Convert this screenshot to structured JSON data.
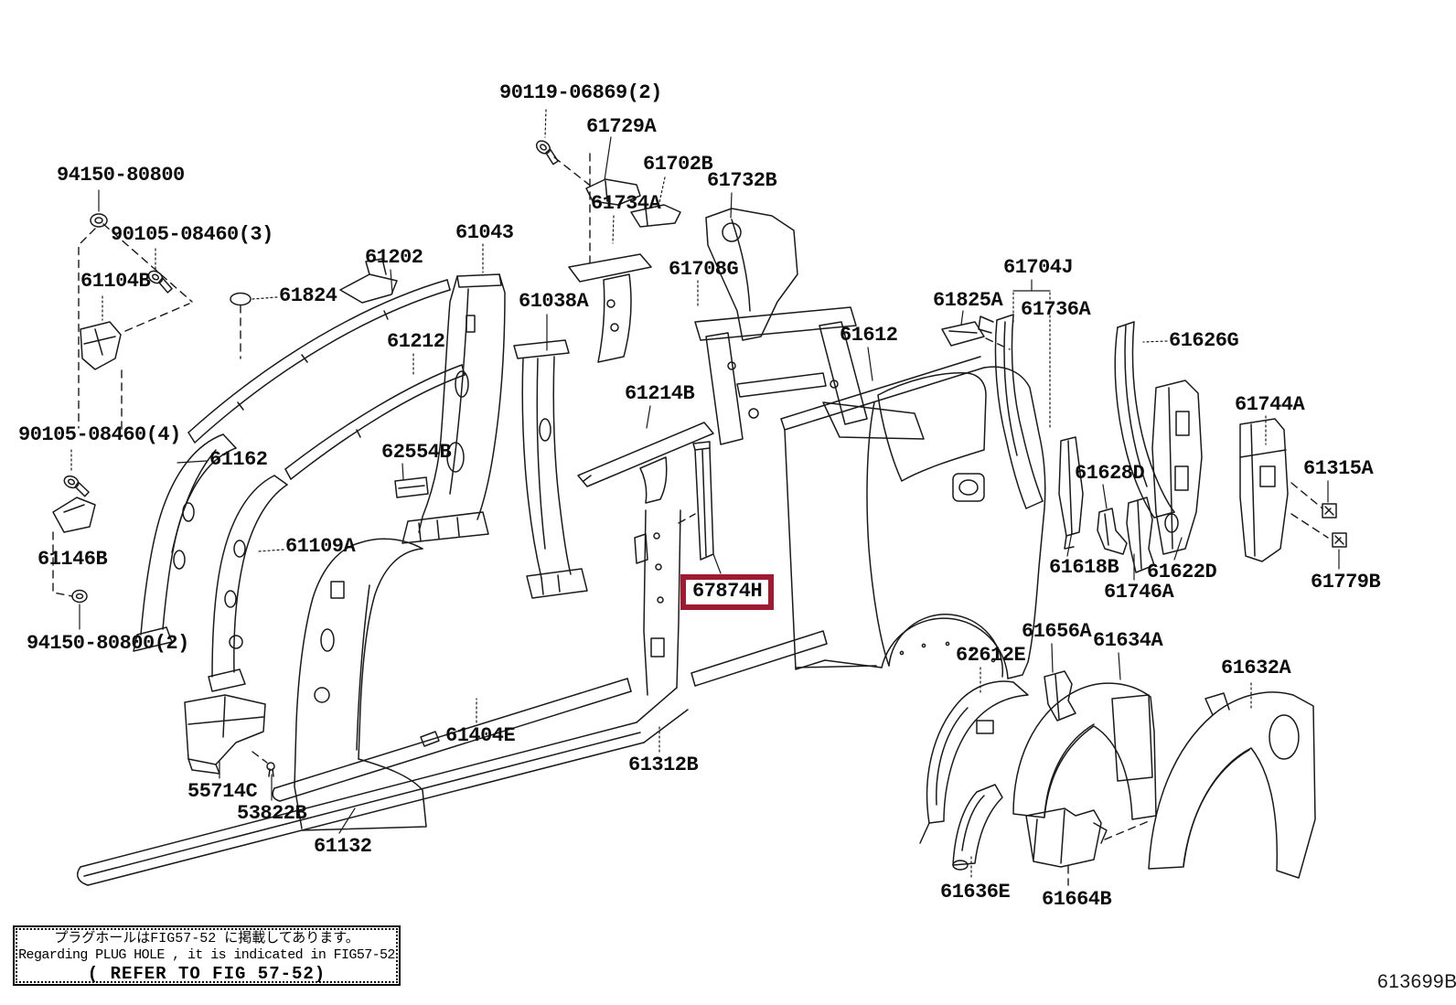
{
  "diagram_title": "side member parts diagram",
  "highlight": {
    "part_number": "67874H",
    "box_color": "#9e1b32"
  },
  "figure_code": "613699B",
  "note_box": {
    "line_jp": "プラグホールはFIG57-52 に掲載してあります。",
    "line_en": "Regarding PLUG HOLE , it is indicated in FIG57-52",
    "line_ref": "( REFER TO FIG 57-52)"
  },
  "labels": {
    "p90119": {
      "text": "90119-06869(2)"
    },
    "p61729a": {
      "text": "61729A"
    },
    "p61702b": {
      "text": "61702B"
    },
    "p61732b": {
      "text": "61732B"
    },
    "p61734a": {
      "text": "61734A"
    },
    "p61708g": {
      "text": "61708G"
    },
    "p94150": {
      "text": "94150-80800"
    },
    "p90105_3": {
      "text": "90105-08460(3)"
    },
    "p61104b": {
      "text": "61104B"
    },
    "p61824": {
      "text": "61824"
    },
    "p61202": {
      "text": "61202"
    },
    "p61043": {
      "text": "61043"
    },
    "p61038a": {
      "text": "61038A"
    },
    "p61212": {
      "text": "61212"
    },
    "p62554b": {
      "text": "62554B"
    },
    "p61214b": {
      "text": "61214B"
    },
    "p61612": {
      "text": "61612"
    },
    "p61825a": {
      "text": "61825A"
    },
    "p61704j": {
      "text": "61704J"
    },
    "p61736a": {
      "text": "61736A"
    },
    "p61626g": {
      "text": "61626G"
    },
    "p61744a": {
      "text": "61744A"
    },
    "p61628d": {
      "text": "61628D"
    },
    "p61315a": {
      "text": "61315A"
    },
    "p61618b": {
      "text": "61618B"
    },
    "p61622d": {
      "text": "61622D"
    },
    "p61746a": {
      "text": "61746A"
    },
    "p61779b": {
      "text": "61779B"
    },
    "p61162": {
      "text": "61162"
    },
    "p61109a": {
      "text": "61109A"
    },
    "p61146b": {
      "text": "61146B"
    },
    "p90105_4": {
      "text": "90105-08460(4)"
    },
    "p94150_2": {
      "text": "94150-80800(2)"
    },
    "p55714c": {
      "text": "55714C"
    },
    "p53822b": {
      "text": "53822B"
    },
    "p61132": {
      "text": "61132"
    },
    "p61404e": {
      "text": "61404E"
    },
    "p61312b": {
      "text": "61312B"
    },
    "p62612e": {
      "text": "62612E"
    },
    "p61656a": {
      "text": "61656A"
    },
    "p61634a": {
      "text": "61634A"
    },
    "p61632a": {
      "text": "61632A"
    },
    "p61636e": {
      "text": "61636E"
    },
    "p61664b": {
      "text": "61664B"
    }
  }
}
